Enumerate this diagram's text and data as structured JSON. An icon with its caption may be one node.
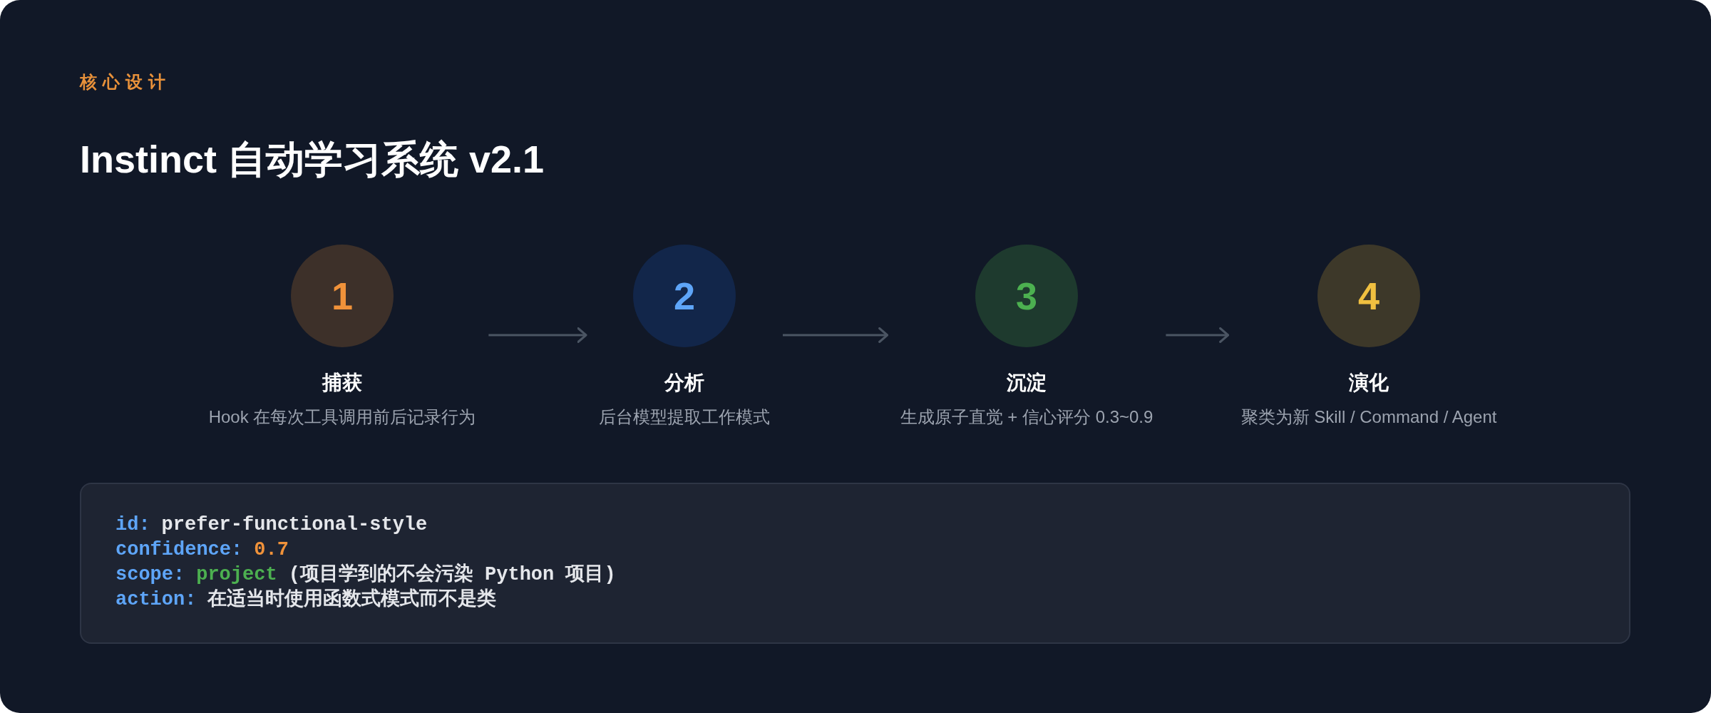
{
  "diagram": {
    "title": "Instinct 自动学习系统 v2.1",
    "labels": [
      "核心设计"
    ],
    "nodes": [
      {
        "text": [
          "1",
          "捕获",
          "Hook 在每次工具调用前后记录行为"
        ]
      },
      {
        "text": [
          "2",
          "分析",
          "后台模型提取工作模式"
        ]
      },
      {
        "text": [
          "3",
          "沉淀",
          "生成原子直觉 + 信心评分 0.3~0.9"
        ]
      },
      {
        "text": [
          "4",
          "演化",
          "聚类为新 Skill / Command / Agent"
        ]
      },
      {
        "text": [
          "id:",
          "prefer-functional-style",
          "confidence:",
          "0.7",
          "scope:",
          "project",
          "(项目学到的不会污染 Python 项目)",
          "action:",
          "在适当时使用函数式模式而不是类"
        ]
      }
    ],
    "edges": [
      {
        "from": 0,
        "to": 1,
        "arrow": "to"
      },
      {
        "from": 1,
        "to": 2,
        "arrow": "to"
      },
      {
        "from": 2,
        "to": 3,
        "arrow": "to"
      }
    ]
  }
}
